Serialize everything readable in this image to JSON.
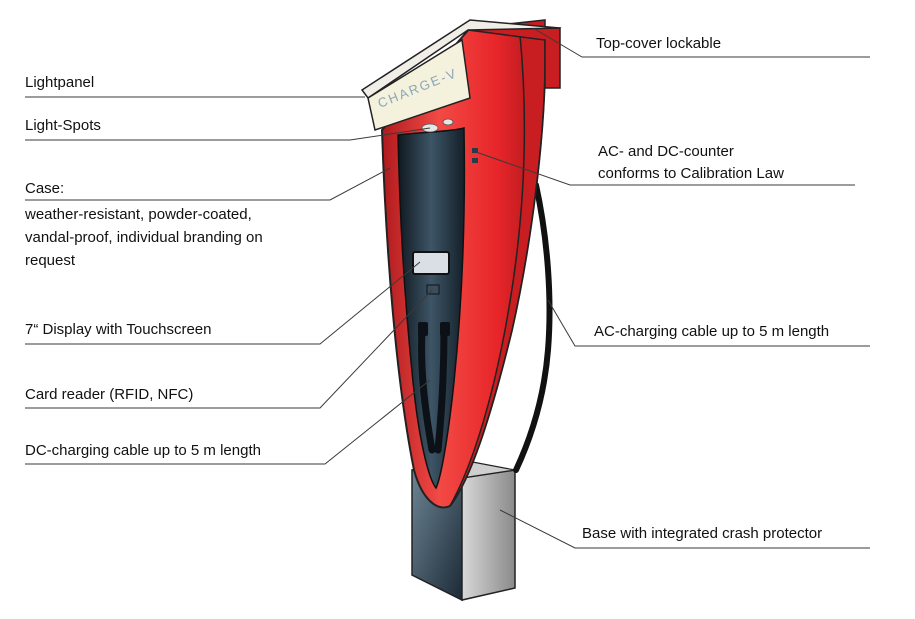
{
  "brand_text": "CHARGE-V",
  "labels": {
    "lightpanel": "Lightpanel",
    "light_spots": "Light-Spots",
    "case_title": "Case:",
    "case_line1": "weather-resistant, powder-coated,",
    "case_line2": "vandal-proof, individual branding on",
    "case_line3": "request",
    "display": "7“ Display with Touchscreen",
    "card_reader": "Card reader (RFID, NFC)",
    "dc_cable": "DC-charging cable up to 5 m length",
    "top_cover": "Top-cover lockable",
    "counter_line1": "AC- and DC-counter",
    "counter_line2": "conforms to Calibration Law",
    "ac_cable": "AC-charging cable up to 5 m length",
    "base": "Base with integrated crash protector"
  },
  "colors": {
    "body_red": "#e8262a",
    "inner_dark": "#1c2a36",
    "base_grey": "#a9a9a9",
    "leader_line": "#3a3a3a",
    "panel_bg": "#f4f1dc"
  }
}
